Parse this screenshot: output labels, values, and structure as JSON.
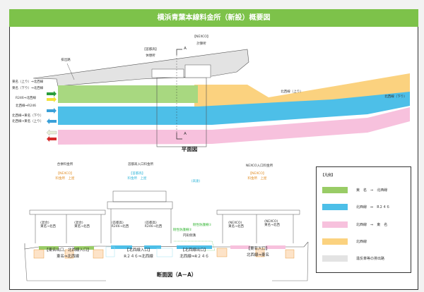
{
  "title": "横浜青葉本線料金所（新設）概要図",
  "plan": {
    "caption": "平面図",
    "exit_road": "排出路",
    "shutoko_tag": "【首都高】",
    "rest_area": "休憩所",
    "nexco_tag": "【NEXCO】",
    "calc_office": "計算所",
    "section_mark": "A",
    "lane_labels": [
      "東名（上り）⇒北西線",
      "東名（下り）⇒北西線",
      "R246⇒北西線",
      "北西線⇒R246",
      "北西線⇒東名（下り）",
      "北西線⇒東名（上り）"
    ],
    "hokusei_up": "北西線（上り）",
    "hokusei_down": "北西線（下り）"
  },
  "section": {
    "caption": "断面図（A－A）",
    "plazas": [
      "合併料金所",
      "首都高入口料金所",
      "NEXCO入口料金所"
    ],
    "roofs": [
      {
        "tag": "【NEXCO】",
        "label": "料金所　上屋"
      },
      {
        "tag": "【首都高】",
        "label": "料金所　上屋"
      },
      {
        "tag": "【NEXCO】",
        "label": "料金所　上屋"
      }
    ],
    "highspeed": "(高速)",
    "booths": [
      {
        "op": "(混合)",
        "route": "東名→北西"
      },
      {
        "op": "(混合)",
        "route": "東名→北西"
      },
      {
        "op": "(首都高)",
        "route": "R246→北西"
      },
      {
        "op": "(首都高)",
        "route": "R246→北西"
      },
      {
        "op": "(NEXCO)",
        "route": "東名→北西"
      },
      {
        "op": "(NEXCO)",
        "route": "東名→北西"
      }
    ],
    "barrier1": "剛性防護柵①",
    "barrier2": "剛性防護柵②",
    "gutter": "円形側溝",
    "groups": [
      {
        "name": "【東名出口、北西線入口】",
        "route": "東名⇒北西線"
      },
      {
        "name": "【北西線入口】",
        "route": "R２４６⇒北西線"
      },
      {
        "name": "【北西線出口】",
        "route": "北西線⇒R２４６"
      },
      {
        "name": "【東名入口】",
        "route": "北西線⇒東名"
      }
    ]
  },
  "legend": {
    "title": "【凡例】",
    "items": [
      {
        "label": "東　名　⇒　北西線",
        "color": "#99cc66"
      },
      {
        "label": "北西線　⇔　R２４６",
        "color": "#4dbfe8"
      },
      {
        "label": "北西線　⇒　東　名",
        "color": "#f7c1dd"
      },
      {
        "label": "北西線",
        "color": "#fbd27f"
      },
      {
        "label": "違反車等の排出路",
        "color": "#e3e3e3"
      }
    ]
  },
  "colors": {
    "header": "#7dc24a",
    "green": "#a8d880",
    "blue": "#4dbfe8",
    "pink": "#f7c1dd",
    "yellow": "#fbd27f",
    "gray": "#e3e3e3"
  }
}
